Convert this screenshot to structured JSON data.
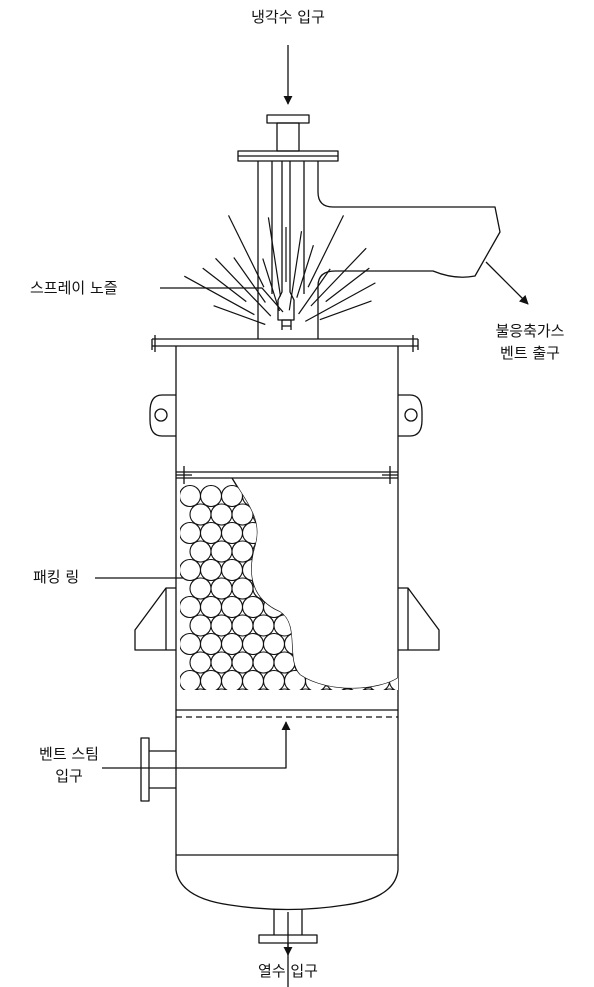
{
  "labels": {
    "cooling_water_inlet": "냉각수 입구",
    "spray_nozzle": "스프레이 노즐",
    "noncondensable_vent_line1": "불응축가스",
    "noncondensable_vent_line2": "벤트 출구",
    "packing_rings": "패킹 링",
    "vent_steam_inlet_line1": "벤트 스팀",
    "vent_steam_inlet_line2": "입구",
    "hot_water_inlet": "열수 입구"
  },
  "colors": {
    "line": "#111111",
    "background": "#ffffff"
  }
}
